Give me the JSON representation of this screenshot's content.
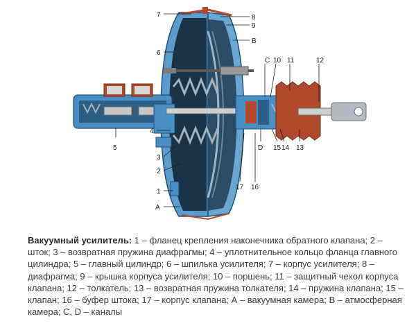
{
  "labels": {
    "l1": "1",
    "l2": "2",
    "l3": "3",
    "l4": "4",
    "l5": "5",
    "l6": "6",
    "l7": "7",
    "l8": "8",
    "l9": "9",
    "l10": "10",
    "l11": "11",
    "l12": "12",
    "l13": "13",
    "l14": "14",
    "l15": "15",
    "l16": "16",
    "l17": "17",
    "lA": "A",
    "lB": "B",
    "lC": "C",
    "lD": "D"
  },
  "caption": {
    "title": "Вакуумный усилитель:",
    "body": " 1 – фланец крепления наконечника обратного клапана; 2 – шток; 3 – возвратная пружина диафрагмы; 4 – уплотнительное кольцо фланца главного цилиндра; 5 – главный цилиндр; 6 – шпилька усилителя; 7 – корпус усилителя; 8 – диафрагма; 9 – крышка корпуса усилителя; 10 – поршень; 11 – защитный чехол корпуса клапана; 12 – толкатель; 13 – возвратная пружина толкателя; 14 – пружина клапана; 15 – клапан; 16 – буфер штока; 17 – корпус клапана; А – вакуумная камера; В – атмосферная камера; С, D – каналы"
  },
  "colors": {
    "body_blue": "#4a8fc4",
    "body_dark": "#1e4f7a",
    "spring_gray": "#9aa4ac",
    "rubber_red": "#b04a2a",
    "chamber_dark": "#0f2333"
  }
}
